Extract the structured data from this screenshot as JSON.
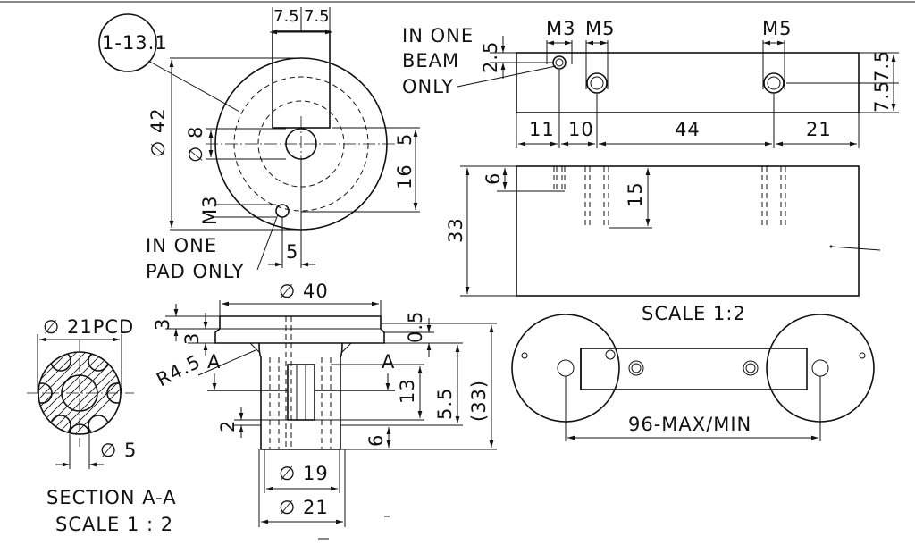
{
  "drawing": {
    "ref_bubble": "1-13.1",
    "top_dims": {
      "d1": "7.5",
      "d2": "7.5"
    },
    "front_view": {
      "dia_outer": "∅ 42",
      "dia_bore": "∅ 8",
      "dim_5_right": "5",
      "dim_16": "16",
      "tap": "M3",
      "dim_5_bottom": "5",
      "note_line1": "IN ONE",
      "note_line2": "PAD ONLY"
    },
    "beam_top": {
      "note_line1": "IN ONE",
      "note_line2": "BEAM",
      "note_line3": "ONLY",
      "m3": "M3",
      "m5a": "M5",
      "m5b": "M5",
      "dim_2_5": "2.5",
      "dim_7_5a": "7.5",
      "dim_7_5b": "7.5",
      "dim_11": "11",
      "dim_10": "10",
      "dim_44": "44",
      "dim_21": "21"
    },
    "beam_side": {
      "dim_6": "6",
      "dim_15": "15",
      "dim_33": "33",
      "scale": "SCALE 1:2"
    },
    "section": {
      "pcd": "∅ 21PCD",
      "dia5": "∅ 5",
      "title": "SECTION A-A",
      "scale": "SCALE 1 : 2"
    },
    "pad_side": {
      "dia40": "∅ 40",
      "dim3a": "3",
      "dim3b": "3",
      "dim0_5": "0.5",
      "radius": "R4.5",
      "sec_a_left": "A",
      "sec_a_right": "A",
      "dim13": "13",
      "dim5_5": "5.5",
      "dim33": "(33)",
      "dim2": "2",
      "dim6": "6",
      "dia19": "∅ 19",
      "dia21": "∅ 21"
    },
    "assembly": {
      "dim": "96-MAX/MIN"
    }
  }
}
